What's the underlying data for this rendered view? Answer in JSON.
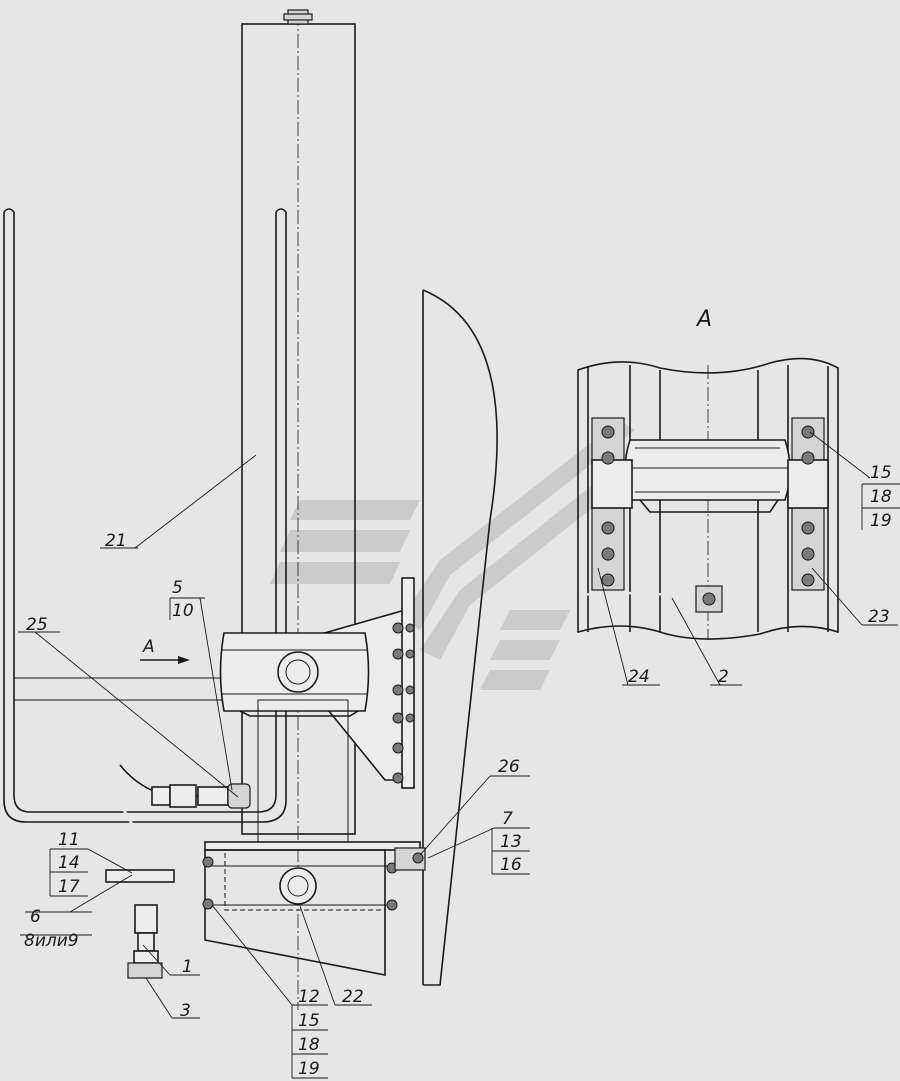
{
  "view_label": "A",
  "arrow_label": "A",
  "callouts": {
    "c21": "21",
    "c5": "5",
    "c10": "10",
    "c25": "25",
    "c26": "26",
    "c7": "7",
    "c13": "13",
    "c16": "16",
    "c11": "11",
    "c14": "14",
    "c17": "17",
    "c6": "6",
    "c8or9": "8или9",
    "c1": "1",
    "c3": "3",
    "c12": "12",
    "c15a": "15",
    "c18a": "18",
    "c19a": "19",
    "c22": "22",
    "c15b": "15",
    "c18b": "18",
    "c19b": "19",
    "c23": "23",
    "c24": "24",
    "c2": "2"
  }
}
